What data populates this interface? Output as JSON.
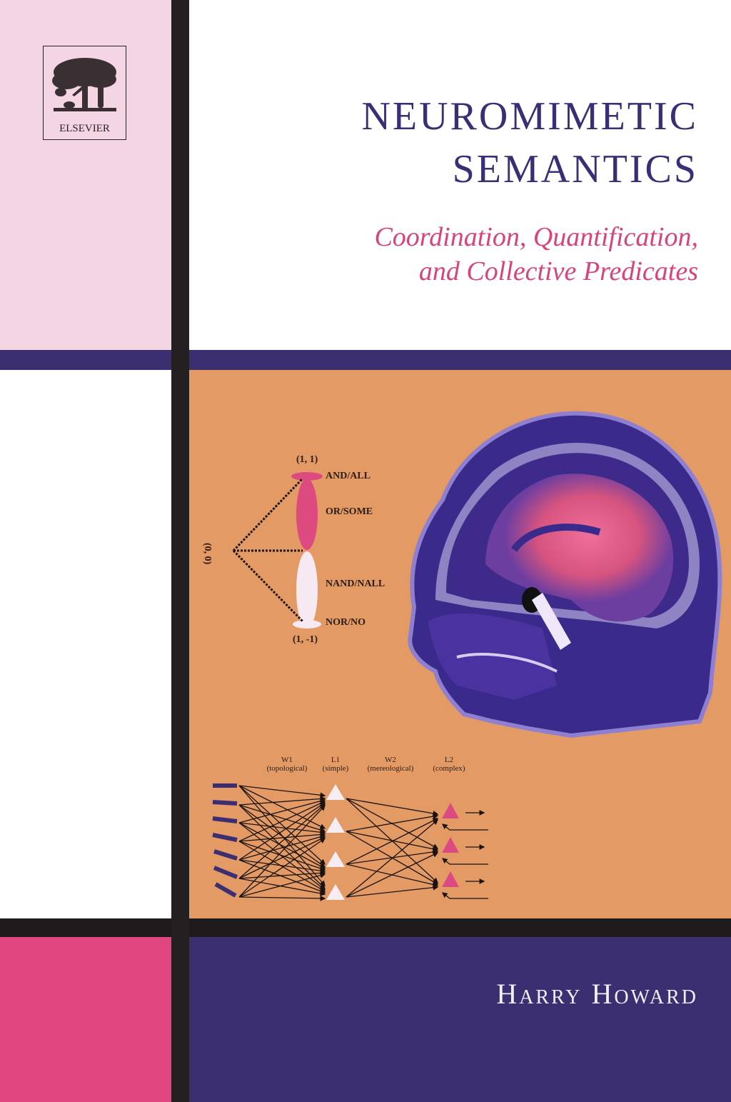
{
  "publisher": {
    "name": "ELSEVIER",
    "logo_icon": "elsevier-tree-icon"
  },
  "book": {
    "title_line1": "NEUROMIMETIC",
    "title_line2": "SEMANTICS",
    "subtitle_line1": "Coordination, Quantification,",
    "subtitle_line2": "and Collective Predicates",
    "author": "Harry Howard"
  },
  "colors": {
    "navy": "#3b2f72",
    "pink_light": "#f3d5e3",
    "pink": "#e0467f",
    "orange": "#e39a65",
    "black": "#1f1a1c",
    "title": "#3a2f76",
    "subtitle": "#d8437c"
  },
  "logic_diagram": {
    "origin_label": "(0, 0)",
    "top_label": "(1, 1)",
    "bottom_label": "(1, -1)",
    "operators": [
      "AND/ALL",
      "OR/SOME",
      "NAND/NALL",
      "NOR/NO"
    ]
  },
  "network_diagram": {
    "layers": [
      {
        "name": "W1",
        "desc": "(topological)"
      },
      {
        "name": "L1",
        "desc": "(simple)"
      },
      {
        "name": "W2",
        "desc": "(mereological)"
      },
      {
        "name": "L2",
        "desc": "(complex)"
      }
    ],
    "input_count": 7,
    "l1_count": 4,
    "l2_count": 3
  },
  "image": {
    "description": "sagittal MRI brain scan",
    "icon": "mri-head-icon"
  }
}
